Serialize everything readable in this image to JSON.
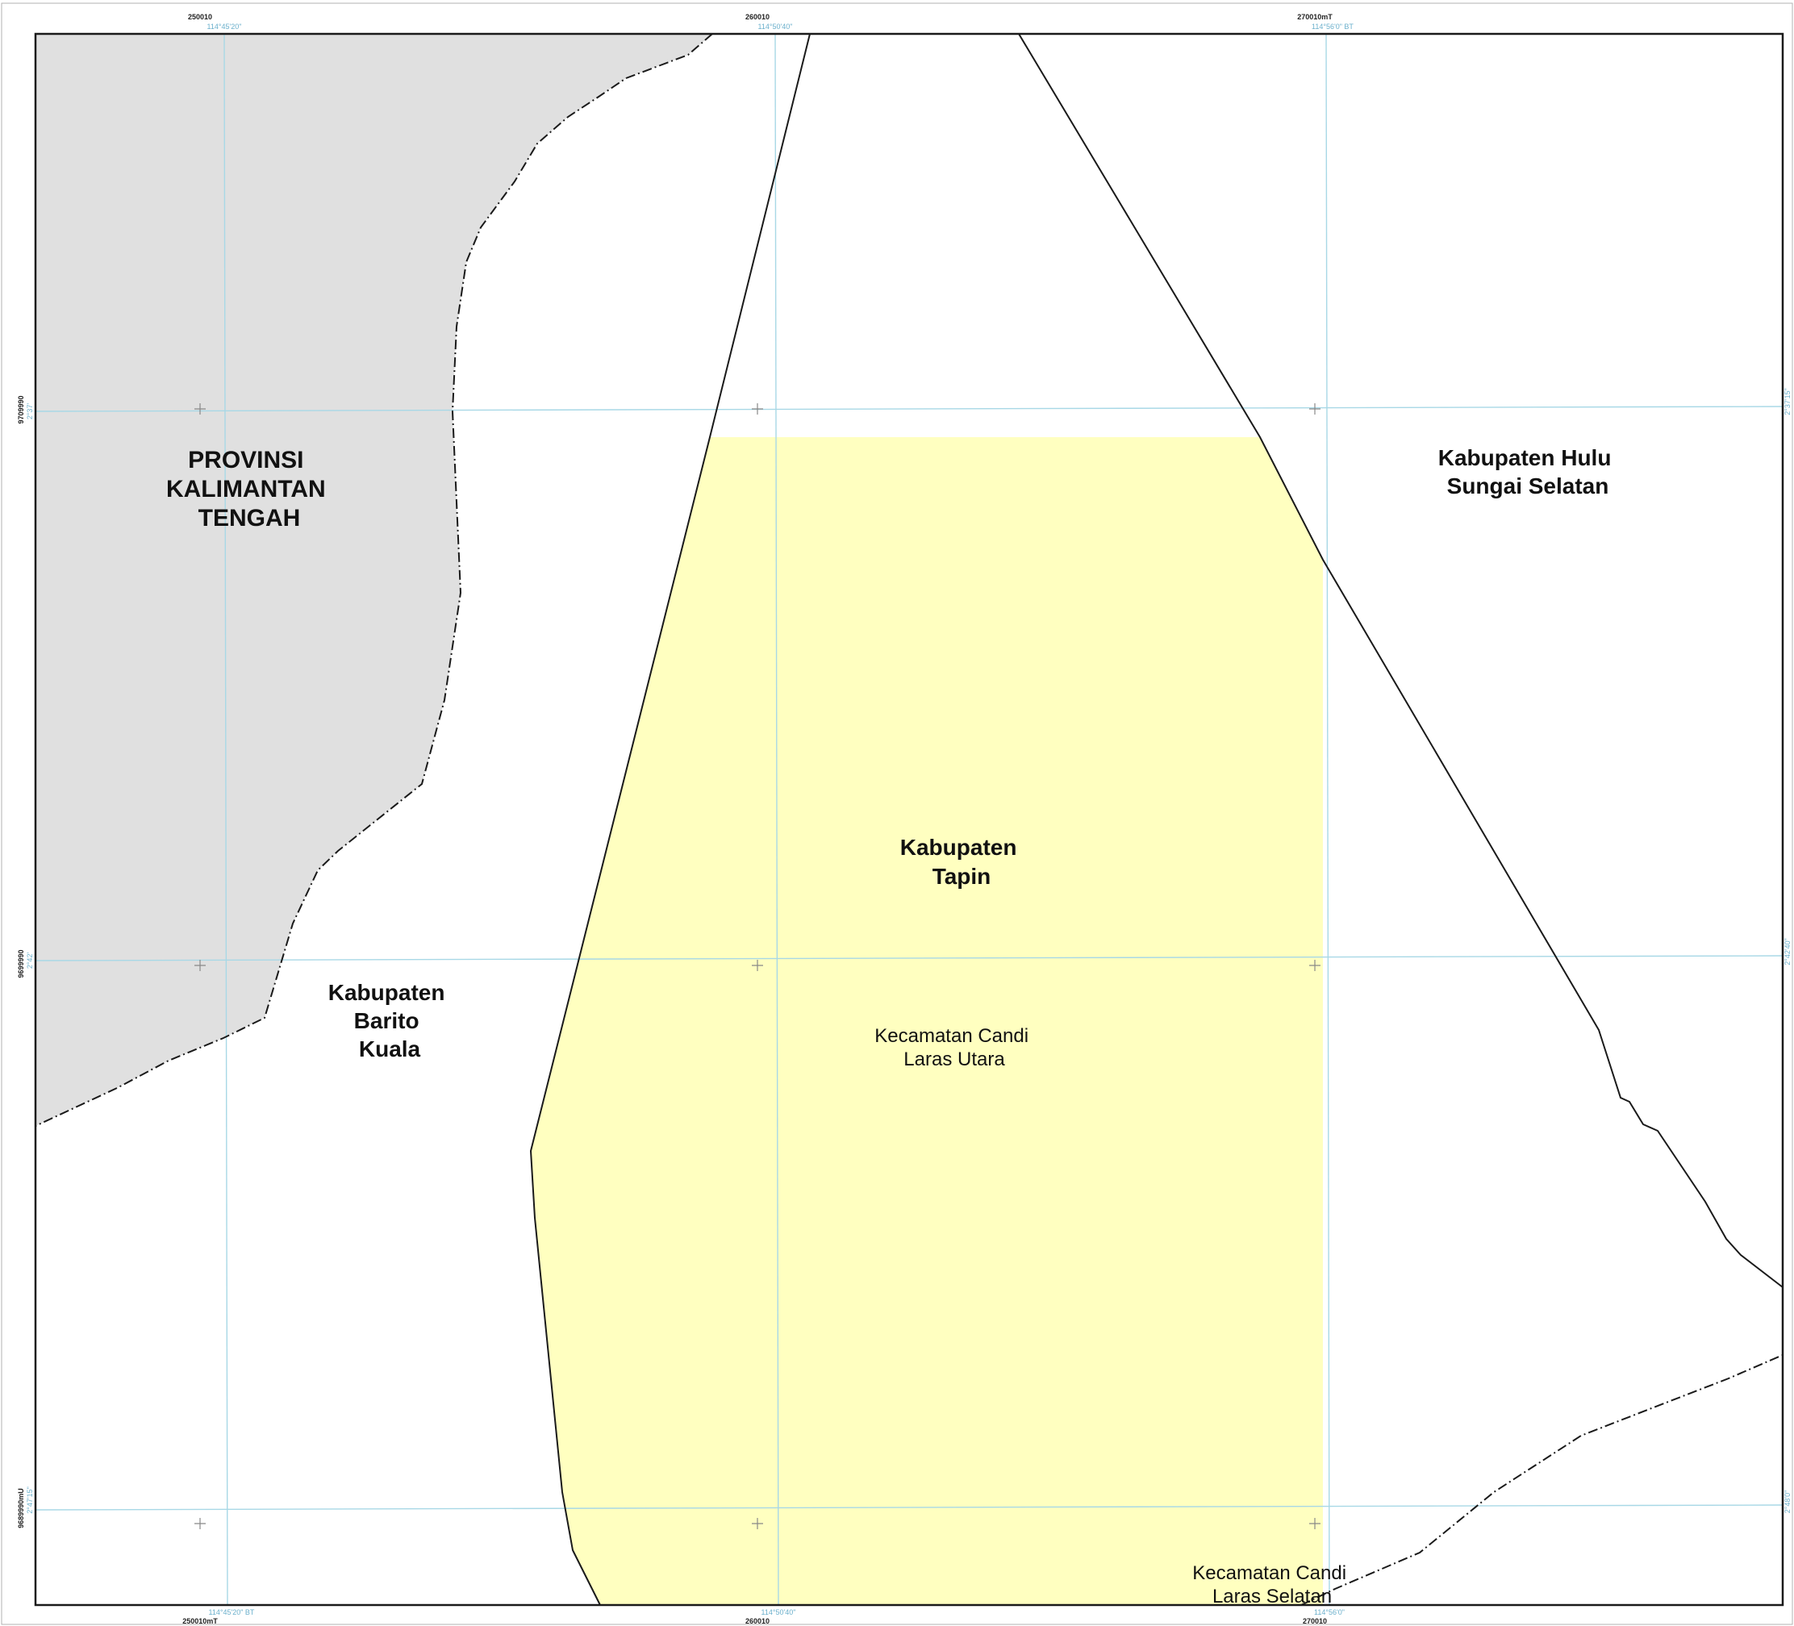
{
  "colors": {
    "province_fill": "#e0e0e0",
    "highlight_fill": "#ffffc0",
    "grid_line": "#a8d8e6",
    "boundary": "#1a1a1a",
    "label_text": "#111111",
    "geo_label": "#6bb0cc"
  },
  "grid": {
    "top_easting": [
      "250010",
      "260010",
      "270010mT"
    ],
    "top_longitude": [
      "114°45'20\"",
      "114°50'40\"",
      "114°56'0\" BT"
    ],
    "bottom_easting": [
      "250010mT",
      "260010",
      "270010"
    ],
    "bottom_longitude": [
      "114°45'20\" BT",
      "114°50'40\"",
      "114°56'0\""
    ],
    "left_northing": [
      "9709990",
      "9699990",
      "9689990mU"
    ],
    "left_latitude": [
      "2°37'",
      "2°42'",
      "2°47'15\""
    ],
    "right_latitude": [
      "2°37'15\"",
      "2°42'40\"",
      "2°48'0\""
    ]
  },
  "labels": {
    "province": [
      "PROVINSI",
      "KALIMANTAN",
      "TENGAH"
    ],
    "hulu": [
      "Kabupaten Hulu",
      "Sungai Selatan"
    ],
    "tapin": [
      "Kabupaten",
      "Tapin"
    ],
    "barito": [
      "Kabupaten",
      "Barito",
      "Kuala"
    ],
    "candi_utara": [
      "Kecamatan Candi",
      "Laras Utara"
    ],
    "candi_selatan": [
      "Kecamatan Candi",
      "Laras Selatan"
    ]
  }
}
